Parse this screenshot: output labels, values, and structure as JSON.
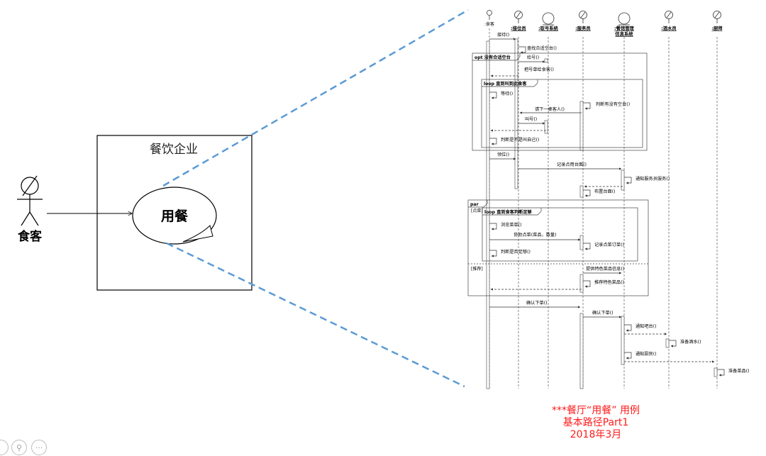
{
  "usecase": {
    "system_name": "餐饮企业",
    "actor_name": "食客",
    "usecase_name": "用餐"
  },
  "sequence": {
    "lifelines": [
      {
        "label": "食客",
        "kind": "actor"
      },
      {
        "label": "接位员",
        "kind": "actor"
      },
      {
        "label": "取号系统",
        "kind": "entity"
      },
      {
        "label": "服务员",
        "kind": "actor"
      },
      {
        "label": "餐馆管理信息系统",
        "kind": "entity"
      },
      {
        "label": "酒水员",
        "kind": "actor"
      },
      {
        "label": "厨师",
        "kind": "actor"
      }
    ],
    "frames": [
      {
        "label": "opt 没有合适空台"
      },
      {
        "label": "loop 直到叫到此食客"
      },
      {
        "label": "par"
      },
      {
        "label": "loop 直到食客判断足够"
      }
    ],
    "guards": [
      "[点菜]",
      "[推荐]"
    ],
    "messages": [
      "接待()",
      "查找合适空台()",
      "给号()",
      "把号单给食客()",
      "等待()",
      "判断有没有空台()",
      "请下一桌客人()",
      "叫号()",
      "判断是不是叫自己()",
      "领位()",
      "记录点用台面()",
      "通知服务员服务()",
      "布置台面()",
      "浏览菜单()",
      "协助点菜(菜品，数量)",
      "记录点菜订单()",
      "判断是否足够()",
      "提供特色菜品信息()",
      "推荐特色菜品()",
      "确认下单()",
      "确认下单()",
      "通知吧台()",
      "准备酒水()",
      "通知厨房()",
      "准备菜品()"
    ]
  },
  "caption": {
    "line1": "***餐厅“用餐” 用例",
    "line2": "基本路径Part1",
    "line3": "2018年3月"
  },
  "toolbar": {
    "buttons": [
      "prev-button",
      "zoom-button",
      "more-button"
    ],
    "more_glyph": "···"
  }
}
